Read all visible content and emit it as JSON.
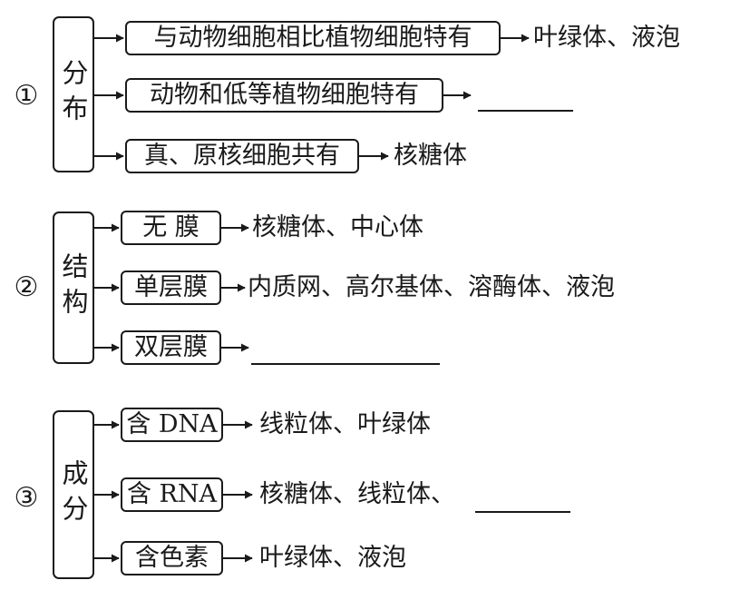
{
  "groups": [
    {
      "number": "①",
      "category": "分布",
      "rows": [
        {
          "label": "与动物细胞相比植物细胞特有",
          "answer": "叶绿体、液泡"
        },
        {
          "label": "动物和低等植物细胞特有",
          "answer": ""
        },
        {
          "label": "真、原核细胞共有",
          "answer": "核糖体"
        }
      ]
    },
    {
      "number": "②",
      "category": "结构",
      "rows": [
        {
          "label": "无 膜",
          "answer": "核糖体、中心体"
        },
        {
          "label": "单层膜",
          "answer": "内质网、高尔基体、溶酶体、液泡"
        },
        {
          "label": "双层膜",
          "answer": ""
        }
      ]
    },
    {
      "number": "③",
      "category": "成分",
      "rows": [
        {
          "label": "含 DNA",
          "answer": "线粒体、叶绿体"
        },
        {
          "label": "含 RNA",
          "answer": "核糖体、线粒体、"
        },
        {
          "label": "含色素",
          "answer": "叶绿体、液泡"
        }
      ]
    }
  ]
}
